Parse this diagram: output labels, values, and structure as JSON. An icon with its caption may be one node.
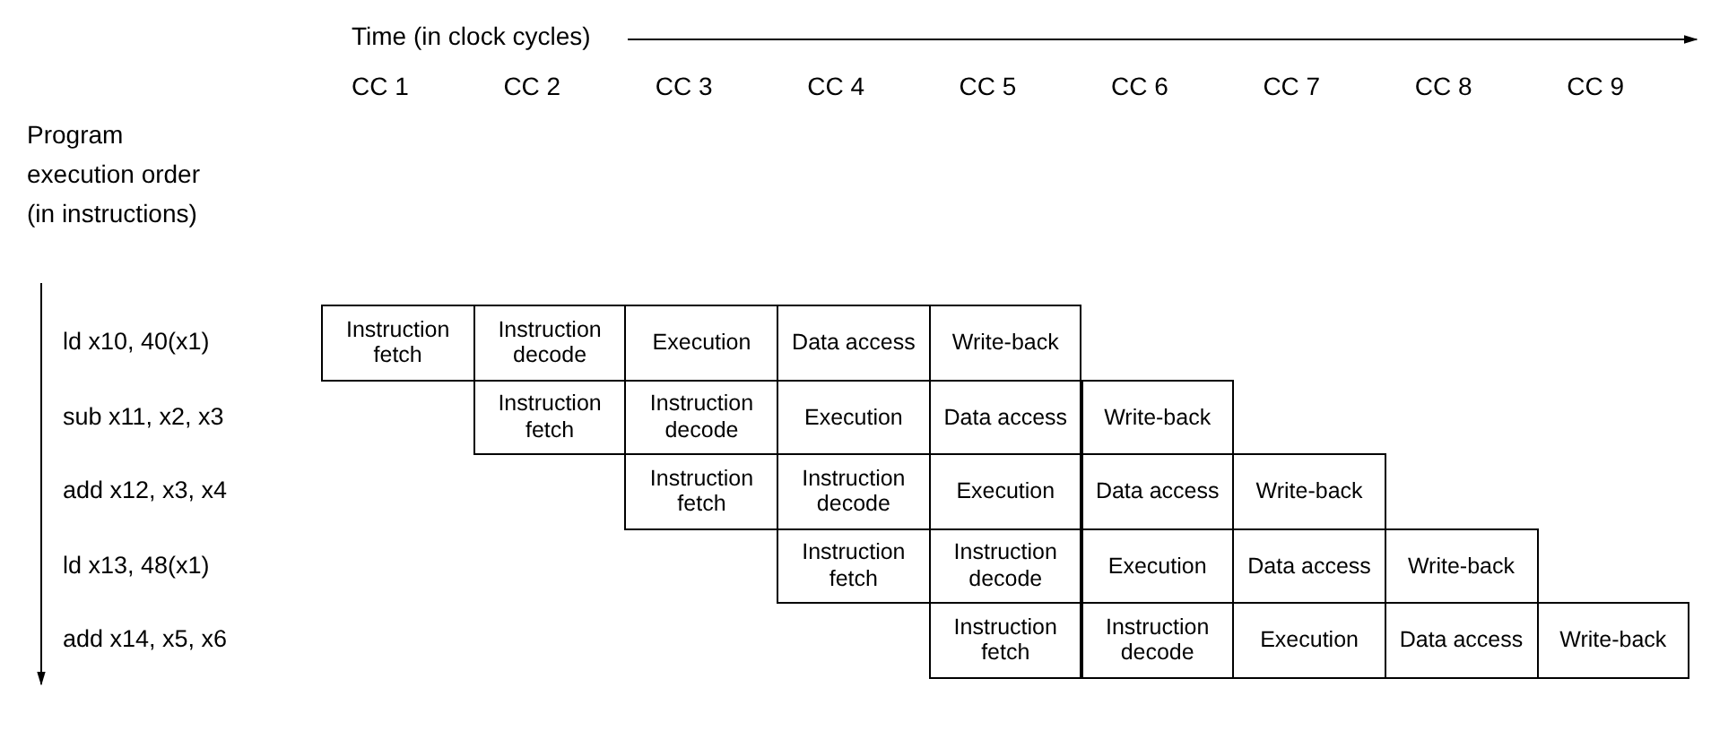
{
  "diagram": {
    "nodes": [
      {
        "text": [
          "Instruction fetch"
        ]
      },
      {
        "text": [
          "Instruction decode"
        ]
      },
      {
        "text": [
          "Execution"
        ]
      },
      {
        "text": [
          "Data access"
        ]
      },
      {
        "text": [
          "Write-back"
        ]
      },
      {
        "text": [
          "Instruction fetch"
        ]
      },
      {
        "text": [
          "Instruction decode"
        ]
      },
      {
        "text": [
          "Execution"
        ]
      },
      {
        "text": [
          "Data access"
        ]
      },
      {
        "text": [
          "Write-back"
        ]
      },
      {
        "text": [
          "Instruction fetch"
        ]
      },
      {
        "text": [
          "Instruction decode"
        ]
      },
      {
        "text": [
          "Execution"
        ]
      },
      {
        "text": [
          "Data access"
        ]
      },
      {
        "text": [
          "Write-back"
        ]
      },
      {
        "text": [
          "Instruction fetch"
        ]
      },
      {
        "text": [
          "Instruction decode"
        ]
      },
      {
        "text": [
          "Execution"
        ]
      },
      {
        "text": [
          "Data access"
        ]
      },
      {
        "text": [
          "Write-back"
        ]
      },
      {
        "text": [
          "Instruction fetch"
        ]
      },
      {
        "text": [
          "Instruction decode"
        ]
      },
      {
        "text": [
          "Execution"
        ]
      },
      {
        "text": [
          "Data access"
        ]
      },
      {
        "text": [
          "Write-back"
        ]
      }
    ],
    "labels": [
      "Time (in clock cycles)",
      "CC 1",
      "CC 2",
      "CC 3",
      "CC 4",
      "CC 5",
      "CC 6",
      "CC 7",
      "CC 8",
      "CC 9",
      "Program execution order (in instructions)",
      "ld x10, 40(x1)",
      "sub x11, x2, x3",
      "add x12, x3, x4",
      "ld x13, 48(x1)",
      "add x14, x5, x6"
    ]
  }
}
